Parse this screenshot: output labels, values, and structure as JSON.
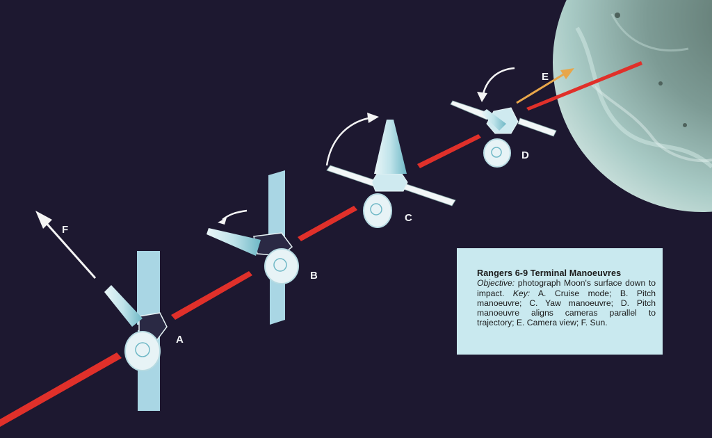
{
  "caption": {
    "title": "Rangers 6-9 Terminal Manoeuvres",
    "objective_label": "Objective:",
    "objective_text": " photograph Moon's surface down to impact. ",
    "key_label": "Key:",
    "key_text": " A. Cruise mode; B. Pitch manoeuvre; C. Yaw manoeuvre; D. Pitch manoeuvre aligns cameras parallel to trajectory; E. Camera view; F. Sun."
  },
  "labels": {
    "A": "A",
    "B": "B",
    "C": "C",
    "D": "D",
    "E": "E",
    "F": "F"
  },
  "key": [
    {
      "id": "A",
      "meaning": "Cruise mode"
    },
    {
      "id": "B",
      "meaning": "Pitch manoeuvre"
    },
    {
      "id": "C",
      "meaning": "Yaw manoeuvre"
    },
    {
      "id": "D",
      "meaning": "Pitch manoeuvre aligns cameras parallel to trajectory"
    },
    {
      "id": "E",
      "meaning": "Camera view"
    },
    {
      "id": "F",
      "meaning": "Sun"
    }
  ],
  "colors": {
    "space": "#1d1830",
    "trajectory": "#e0302a",
    "camera_view_arrow": "#e8a64a",
    "sun_arrow": "#f4f4f4",
    "solar_panel": "#a9d6e4",
    "caption_bg": "#c9e9ef",
    "moon": "#8fb2ad"
  }
}
